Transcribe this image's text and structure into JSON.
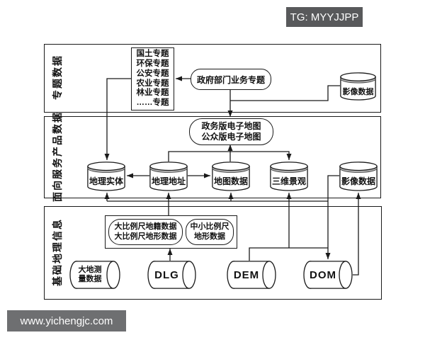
{
  "watermarks": {
    "tg": "TG: MYYJJPP",
    "site": "www.yichengjc.com"
  },
  "bands": [
    {
      "label": "专题数据"
    },
    {
      "label": "面向服务产品数据"
    },
    {
      "label": "基础地理信息"
    }
  ],
  "thematic": {
    "topics": [
      "国土专题",
      "环保专题",
      "公安专题",
      "农业专题",
      "林业专题",
      "……专题"
    ],
    "gov_business": "政府部门业务专题",
    "image_data": "影像数据"
  },
  "service": {
    "emap": [
      "政务版电子地图",
      "公众版电子地图"
    ],
    "cylinders": [
      "地理实体",
      "地理地址",
      "地图数据",
      "三维景观",
      "影像数据"
    ]
  },
  "base": {
    "large_scale": [
      "大比例尺地籍数据",
      "大比例尺地形数据"
    ],
    "mid_scale": [
      "中小比例尺",
      "地形数据"
    ],
    "geodesy": [
      "大地测",
      "量数据"
    ],
    "dlg": "DLG",
    "dem": "DEM",
    "dom": "DOM"
  },
  "colors": {
    "line": "#1a1a1a",
    "background": "#ffffff",
    "tg_badge_bg": "#58595b",
    "site_badge_bg": "#6e6f71",
    "cylinder_shade": "#b9b9b9"
  }
}
